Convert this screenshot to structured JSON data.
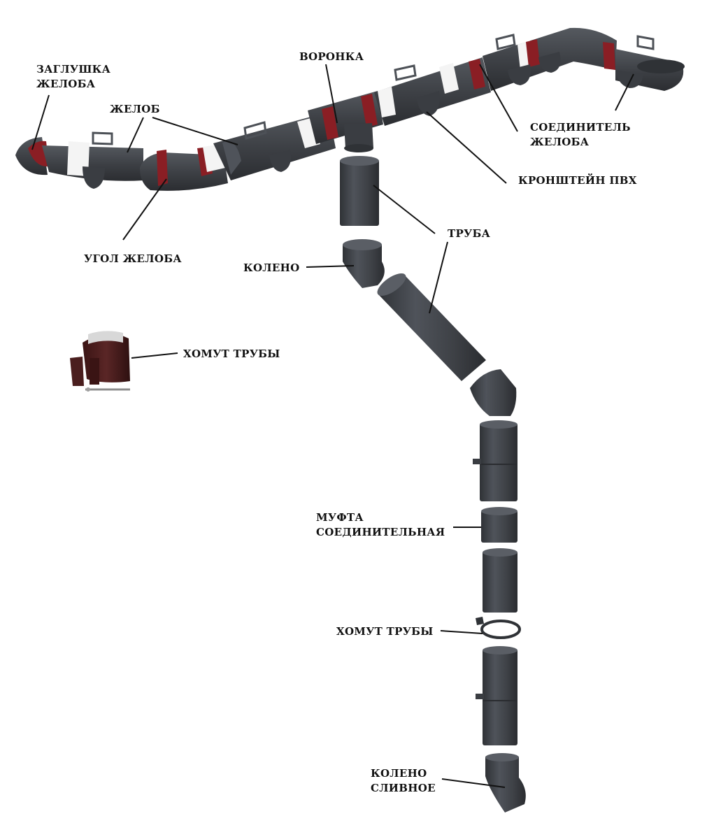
{
  "colors": {
    "pipe_dark": "#3c3f44",
    "pipe_mid": "#4d5157",
    "pipe_light": "#6a6e75",
    "seal": "#8a1e24",
    "clamp_brown": "#4a1e1e",
    "line": "#111111"
  },
  "labels": {
    "zaglushka": [
      "ЗАГЛУШКА",
      "ЖЕЛОБА"
    ],
    "zhelob": "ЖЕЛОБ",
    "voronka": "ВОРОНКА",
    "soedinitel": [
      "СОЕДИНИТЕЛЬ",
      "ЖЕЛОБА"
    ],
    "kronshtein": "КРОНШТЕЙН ПВХ",
    "truba": "ТРУБА",
    "ugol": "УГОЛ ЖЕЛОБА",
    "koleno": "КОЛЕНО",
    "homut_top": "ХОМУТ ТРУБЫ",
    "mufta": [
      "МУФТА",
      "СОЕДИНИТЕЛЬНАЯ"
    ],
    "homut_bottom": "ХОМУТ ТРУБЫ",
    "koleno_slivnoe": [
      "КОЛЕНО",
      "СЛИВНОЕ"
    ]
  }
}
